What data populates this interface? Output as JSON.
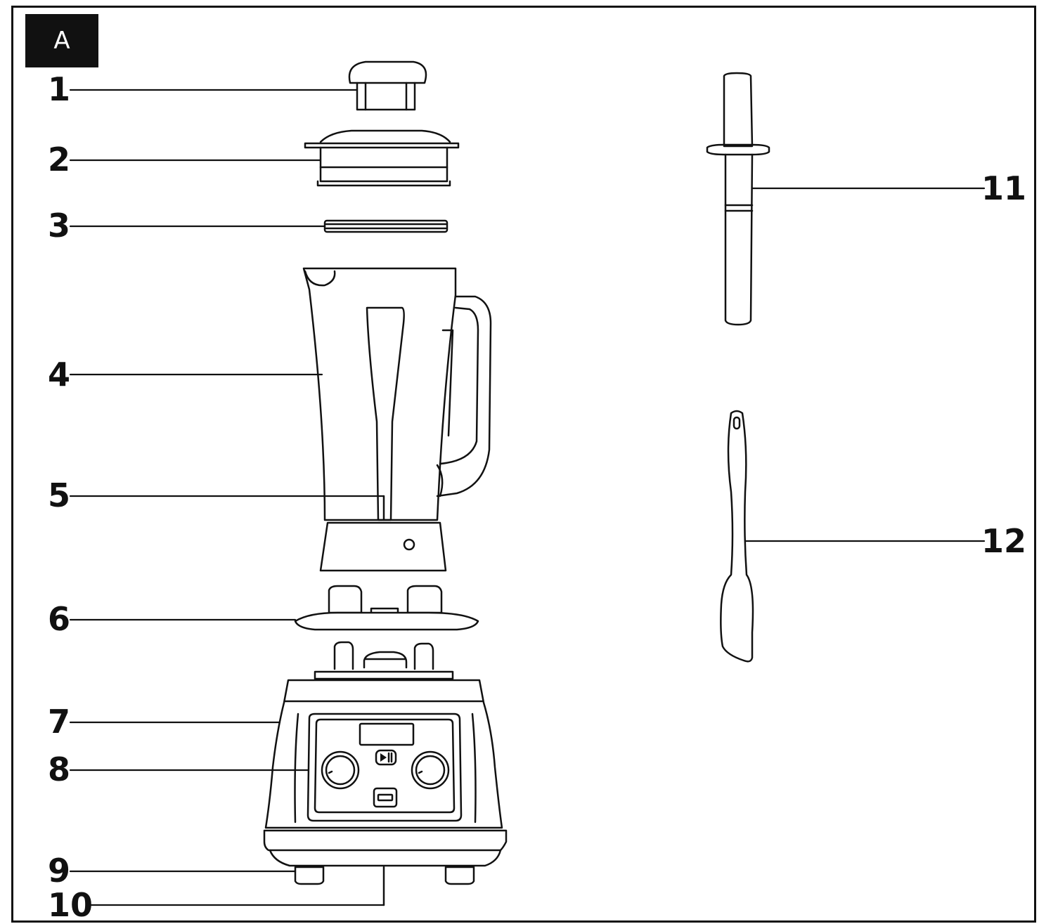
{
  "figure": {
    "badge": "A",
    "callouts": [
      {
        "id": "1",
        "text": "1"
      },
      {
        "id": "2",
        "text": "2"
      },
      {
        "id": "3",
        "text": "3"
      },
      {
        "id": "4",
        "text": "4"
      },
      {
        "id": "5",
        "text": "5"
      },
      {
        "id": "6",
        "text": "6"
      },
      {
        "id": "7",
        "text": "7"
      },
      {
        "id": "8",
        "text": "8"
      },
      {
        "id": "9",
        "text": "9"
      },
      {
        "id": "10",
        "text": "10"
      },
      {
        "id": "11",
        "text": "11"
      },
      {
        "id": "12",
        "text": "12"
      }
    ],
    "line_color": "#111111",
    "background": "#ffffff"
  }
}
